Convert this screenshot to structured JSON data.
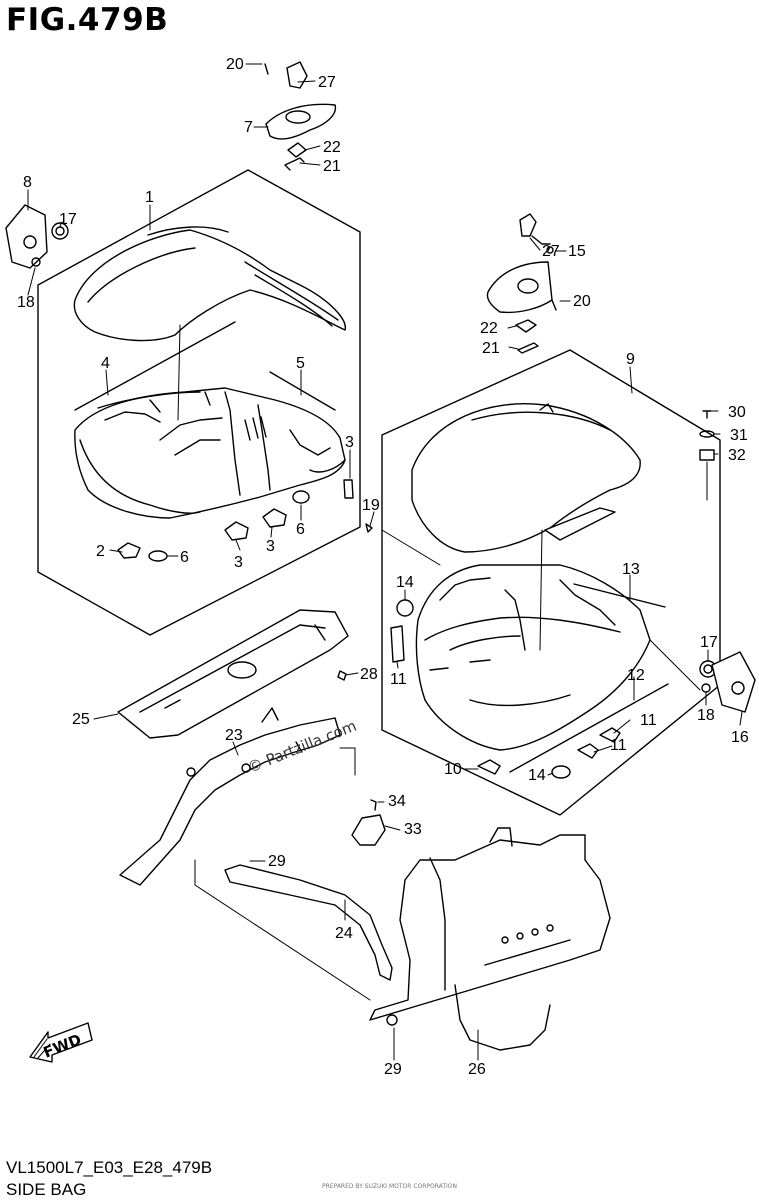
{
  "figure": {
    "title": "FIG.479B",
    "model_code": "VL1500L7_E03_E28_479B",
    "caption": "SIDE BAG",
    "watermark": "© Partzilla.com",
    "fine_print": "PREPARED BY SUZUKI MOTOR CORPORATION",
    "fwd_label": "FWD"
  },
  "callouts": [
    {
      "id": "c20a",
      "label": "20"
    },
    {
      "id": "c27a",
      "label": "27"
    },
    {
      "id": "c7",
      "label": "7"
    },
    {
      "id": "c22a",
      "label": "22"
    },
    {
      "id": "c21a",
      "label": "21"
    },
    {
      "id": "c8",
      "label": "8"
    },
    {
      "id": "c17a",
      "label": "17"
    },
    {
      "id": "c18a",
      "label": "18"
    },
    {
      "id": "c1",
      "label": "1"
    },
    {
      "id": "c4",
      "label": "4"
    },
    {
      "id": "c5",
      "label": "5"
    },
    {
      "id": "c3a",
      "label": "3"
    },
    {
      "id": "c19",
      "label": "19"
    },
    {
      "id": "c2",
      "label": "2"
    },
    {
      "id": "c6a",
      "label": "6"
    },
    {
      "id": "c3b",
      "label": "3"
    },
    {
      "id": "c3c",
      "label": "3"
    },
    {
      "id": "c6b",
      "label": "6"
    },
    {
      "id": "c27b",
      "label": "27"
    },
    {
      "id": "c15",
      "label": "15"
    },
    {
      "id": "c20b",
      "label": "20"
    },
    {
      "id": "c22b",
      "label": "22"
    },
    {
      "id": "c21b",
      "label": "21"
    },
    {
      "id": "c9",
      "label": "9"
    },
    {
      "id": "c30",
      "label": "30"
    },
    {
      "id": "c31",
      "label": "31"
    },
    {
      "id": "c32",
      "label": "32"
    },
    {
      "id": "c13",
      "label": "13"
    },
    {
      "id": "c14a",
      "label": "14"
    },
    {
      "id": "c11a",
      "label": "11"
    },
    {
      "id": "c17b",
      "label": "17"
    },
    {
      "id": "c12",
      "label": "12"
    },
    {
      "id": "c18b",
      "label": "18"
    },
    {
      "id": "c16",
      "label": "16"
    },
    {
      "id": "c11b",
      "label": "11"
    },
    {
      "id": "c11c",
      "label": "11"
    },
    {
      "id": "c10",
      "label": "10"
    },
    {
      "id": "c14b",
      "label": "14"
    },
    {
      "id": "c28",
      "label": "28"
    },
    {
      "id": "c25",
      "label": "25"
    },
    {
      "id": "c23",
      "label": "23"
    },
    {
      "id": "c34",
      "label": "34"
    },
    {
      "id": "c33",
      "label": "33"
    },
    {
      "id": "c29a",
      "label": "29"
    },
    {
      "id": "c24",
      "label": "24"
    },
    {
      "id": "c29b",
      "label": "29"
    },
    {
      "id": "c26",
      "label": "26"
    }
  ]
}
